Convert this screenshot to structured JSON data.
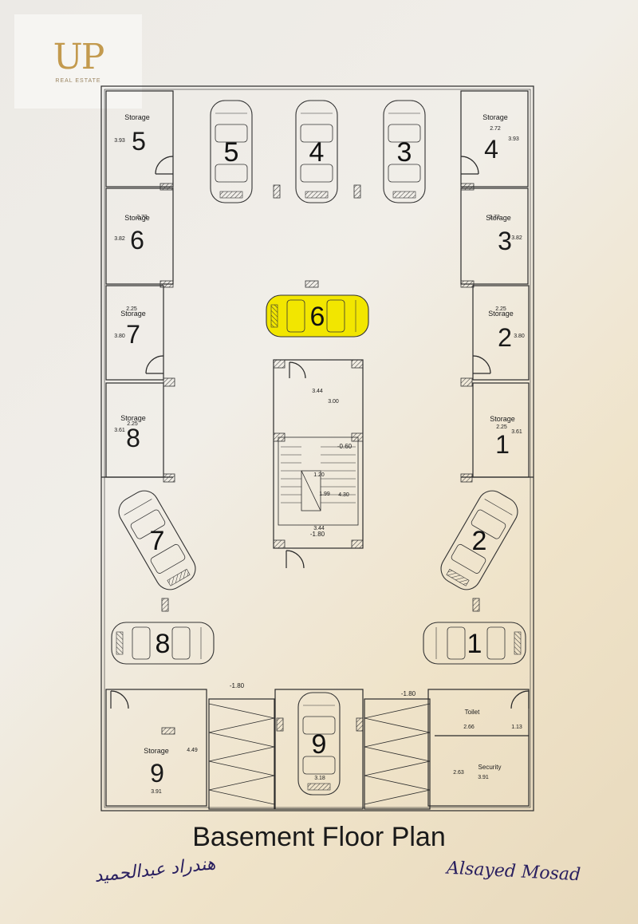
{
  "logo": {
    "mark": "UP",
    "subtitle": "REAL ESTATE",
    "color": "#c39a4e"
  },
  "plan": {
    "title": "Basement Floor Plan",
    "highlight_color": "#f2e600",
    "storages": [
      {
        "number": "5",
        "label": "Storage",
        "dim_a": "3.93",
        "dim_b": ""
      },
      {
        "number": "6",
        "label": "Storage",
        "dim_a": "3.82",
        "dim_b": "2.72"
      },
      {
        "number": "7",
        "label": "Storage",
        "dim_a": "3.80",
        "dim_b": "2.25"
      },
      {
        "number": "8",
        "label": "Storage",
        "dim_a": "3.61",
        "dim_b": "2.25"
      },
      {
        "number": "4",
        "label": "Storage",
        "dim_a": "3.93",
        "dim_b": "2.72"
      },
      {
        "number": "3",
        "label": "Storage",
        "dim_a": "3.82",
        "dim_b": "2.72"
      },
      {
        "number": "2",
        "label": "Storage",
        "dim_a": "3.80",
        "dim_b": "2.25"
      },
      {
        "number": "1",
        "label": "Storage",
        "dim_a": "3.61",
        "dim_b": "2.25"
      },
      {
        "number": "9",
        "label": "Storage",
        "dim_a": "4.49",
        "dim_b": "3.91"
      }
    ],
    "cars": [
      {
        "number": "5",
        "highlighted": false
      },
      {
        "number": "4",
        "highlighted": false
      },
      {
        "number": "3",
        "highlighted": false
      },
      {
        "number": "6",
        "highlighted": true
      },
      {
        "number": "7",
        "highlighted": false
      },
      {
        "number": "2",
        "highlighted": false
      },
      {
        "number": "8",
        "highlighted": false
      },
      {
        "number": "1",
        "highlighted": false
      },
      {
        "number": "9",
        "highlighted": false
      }
    ],
    "core": {
      "dim_w_top": "3.44",
      "dim_h_top": "3.00",
      "level_mid": "-0.60",
      "stair_w": "1.20",
      "stair_h": "1.99",
      "stair_len": "4.30",
      "dim_w_bottom": "3.44",
      "level_bottom": "-1.80"
    },
    "levels": {
      "left": "-1.80",
      "right": "-1.80"
    },
    "ramp_dim": "3.18",
    "toilet": {
      "label": "Toilet",
      "dim_w": "2.66",
      "dim_h": "1.13"
    },
    "security": {
      "label": "Security",
      "dim_a": "2.63",
      "dim_b": "3.91"
    }
  },
  "signatures": {
    "left": "هندراد عبدالحميد",
    "right": "Alsayed Mosad"
  }
}
